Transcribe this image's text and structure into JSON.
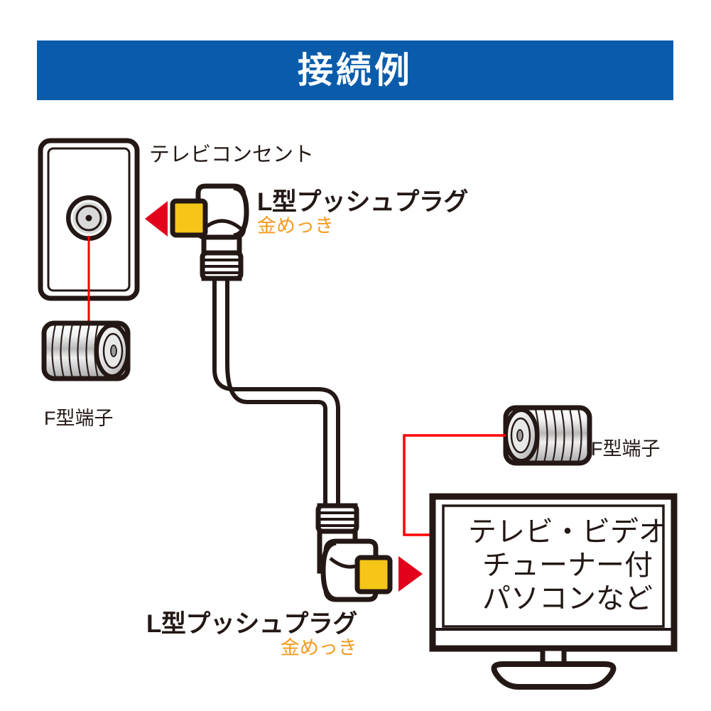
{
  "banner": {
    "title": "接続例"
  },
  "labels": {
    "outlet": "テレビコンセント",
    "f_terminal_left": "F型端子",
    "f_terminal_right": "F型端子"
  },
  "plug_top": {
    "name": "L型プッシュプラグ",
    "note": "金めっき"
  },
  "plug_bottom": {
    "name": "L型プッシュプラグ",
    "note": "金めっき"
  },
  "tv": {
    "screen_lines": [
      "テレビ・ビデオ",
      "チューナー付",
      "パソコンなど"
    ]
  },
  "colors": {
    "banner_blue": "#0a5cab",
    "gold": "#f5c518",
    "note_orange": "#f59a1e",
    "arrow_red": "#e3001b",
    "leader_red": "#ff0000",
    "outline": "#231815",
    "white": "#ffffff"
  },
  "icons": {
    "arrow_left": "red-left-triangle",
    "arrow_right": "red-right-triangle",
    "outlet": "coax-wall-outlet",
    "f_terminal": "f-type-threaded-connector",
    "plug": "l-type-push-plug",
    "tv": "flat-screen-tv"
  }
}
